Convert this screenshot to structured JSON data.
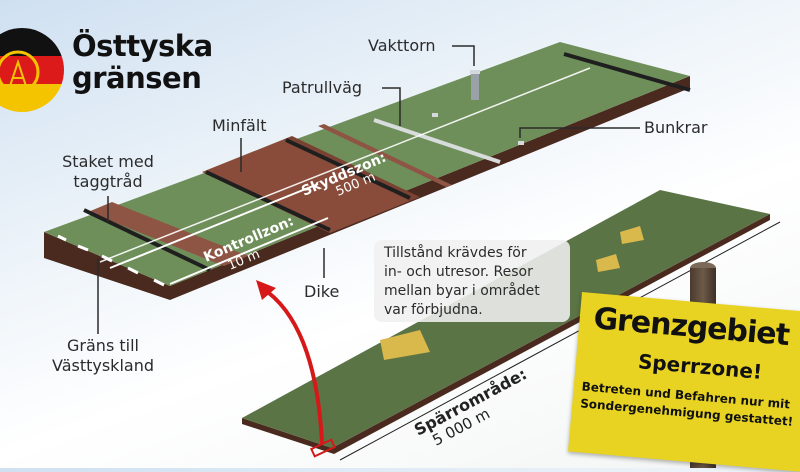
{
  "title": {
    "line1": "Östtyska",
    "line2": "gränsen"
  },
  "emblem": {
    "icon": "gdr-emblem-icon",
    "colors": {
      "black": "#111111",
      "red": "#dd1a1a",
      "gold": "#f5c400"
    }
  },
  "labels": {
    "vakttorn": "Vakttorn",
    "patrullvag": "Patrullväg",
    "bunkrar": "Bunkrar",
    "minfalt": "Minfält",
    "staket_line1": "Staket med",
    "staket_line2": "taggtråd",
    "dike": "Dike",
    "grans_line1": "Gräns till",
    "grans_line2": "Västtyskland"
  },
  "zones": {
    "kontroll": {
      "name": "Kontrollzon:",
      "width": "10 m"
    },
    "skydd": {
      "name": "Skyddszon:",
      "width": "500 m"
    },
    "sparr": {
      "name": "Spärrområde:",
      "width": "5 000 m"
    }
  },
  "info_box": {
    "line1": "Tillstånd krävdes för",
    "line2": "in- och utresor. Resor",
    "line3": "mellan byar i området",
    "line4": "var förbjudna."
  },
  "sign": {
    "heading": "Grenzgebiet",
    "subheading": "Sperrzone!",
    "line1": "Betreten und Befahren nur mit",
    "line2": "Sondergenehmigung gestattet!"
  },
  "colors": {
    "grass": "#6f8f5a",
    "soil": "#8a4c3a",
    "edge": "#4a2a1e",
    "arrow_red": "#d61818",
    "sign_yellow": "#e8d323"
  }
}
